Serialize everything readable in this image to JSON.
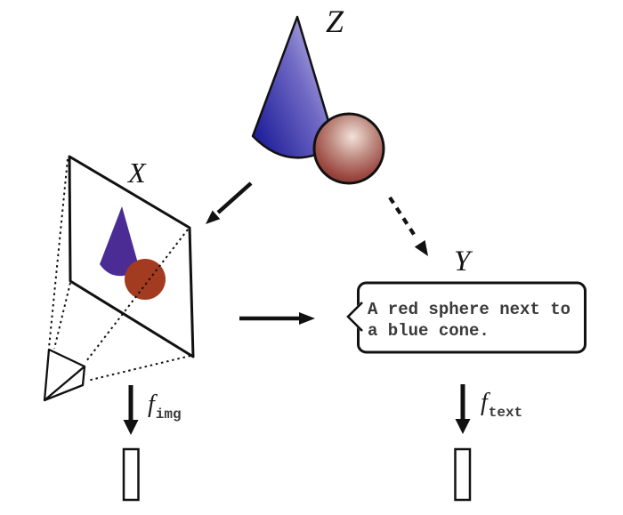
{
  "labels": {
    "scene": "Z",
    "image": "X",
    "text": "Y"
  },
  "caption": {
    "line1": "A red sphere next to",
    "line2": "a blue cone."
  },
  "functions": {
    "img": {
      "f": "f",
      "sub": "img"
    },
    "text": {
      "f": "f",
      "sub": "text"
    }
  },
  "colors": {
    "outline": "#111111",
    "cone_dark": "#1b1b97",
    "cone_mid": "#6f68c4",
    "cone_light": "#cfc9ec",
    "sphere_highlight": "#f2e2da",
    "sphere_mid": "#c08d83",
    "sphere_dark": "#9c4a42",
    "sphere_edge": "#6e2a25",
    "flat_cone": "#4b2c95",
    "flat_sphere": "#a33b20",
    "caption_text": "#3a3a3a"
  }
}
